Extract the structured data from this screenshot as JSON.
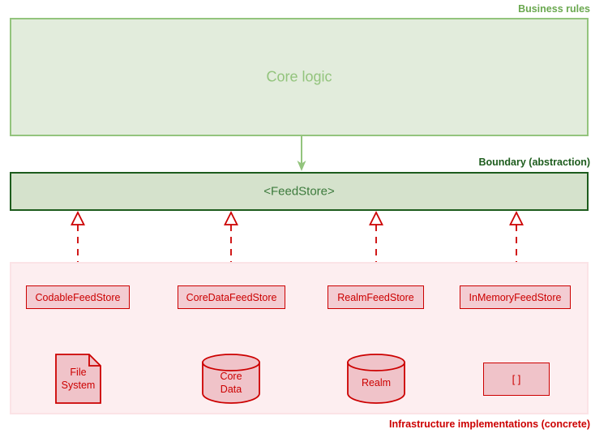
{
  "diagram": {
    "title_labels": {
      "business_rules": "Business rules",
      "boundary": "Boundary (abstraction)",
      "infrastructure": "Infrastructure implementations (concrete)"
    },
    "colors": {
      "green_light": "#93c47d",
      "green_dark": "#1d5c1d",
      "green_fill_core": "#e2ecdc",
      "green_fill_boundary": "#d5e2cc",
      "red": "#cc0000",
      "red_fill": "#f3ccd2",
      "pink_region": "#fdeef0"
    },
    "core_logic": {
      "label": "Core logic"
    },
    "boundary": {
      "label": "<FeedStore>"
    },
    "implementations": [
      {
        "store_label": "CodableFeedStore",
        "leaf_label": "File\nSystem",
        "leaf_line1": "File",
        "leaf_line2": "System",
        "leaf_shape": "note"
      },
      {
        "store_label": "CoreDataFeedStore",
        "leaf_label": "Core\nData",
        "leaf_line1": "Core",
        "leaf_line2": "Data",
        "leaf_shape": "cylinder"
      },
      {
        "store_label": "RealmFeedStore",
        "leaf_label": "Realm",
        "leaf_line1": "Realm",
        "leaf_line2": "",
        "leaf_shape": "cylinder"
      },
      {
        "store_label": "InMemoryFeedStore",
        "leaf_label": "[ ]",
        "leaf_line1": "[ ]",
        "leaf_line2": "",
        "leaf_shape": "rectangle"
      }
    ]
  }
}
